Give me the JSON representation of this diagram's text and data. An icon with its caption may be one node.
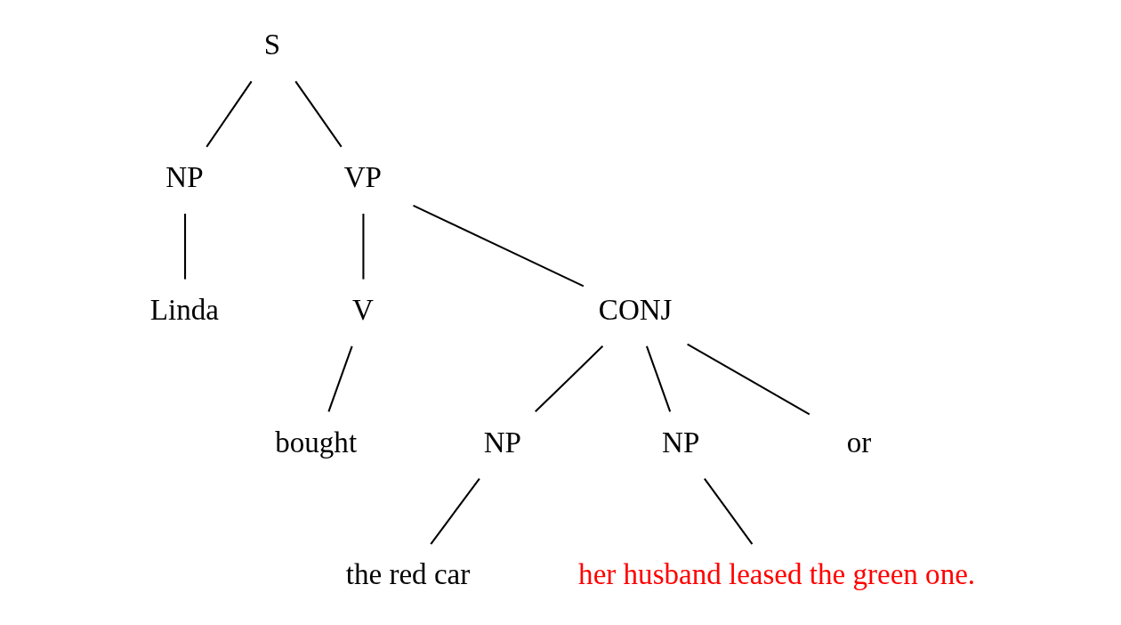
{
  "diagram": {
    "nodes": [
      {
        "text": [
          "S"
        ]
      },
      {
        "text": [
          "NP"
        ]
      },
      {
        "text": [
          "VP"
        ]
      },
      {
        "text": [
          "Linda"
        ]
      },
      {
        "text": [
          "V"
        ]
      },
      {
        "text": [
          "CONJ"
        ]
      },
      {
        "text": [
          "bought"
        ]
      },
      {
        "text": [
          "NP"
        ]
      },
      {
        "text": [
          "NP"
        ]
      },
      {
        "text": [
          "or"
        ]
      },
      {
        "text": [
          "the red car"
        ]
      },
      {
        "text": [
          "her husband leased the green one."
        ]
      }
    ],
    "edges": [
      {
        "from": 0,
        "to": 1,
        "arrow": "none"
      },
      {
        "from": 0,
        "to": 2,
        "arrow": "none"
      },
      {
        "from": 1,
        "to": 3,
        "arrow": "none"
      },
      {
        "from": 2,
        "to": 4,
        "arrow": "none"
      },
      {
        "from": 2,
        "to": 5,
        "arrow": "none"
      },
      {
        "from": 4,
        "to": 6,
        "arrow": "none"
      },
      {
        "from": 5,
        "to": 7,
        "arrow": "none"
      },
      {
        "from": 5,
        "to": 9,
        "arrow": "none"
      },
      {
        "from": 5,
        "to": 8,
        "arrow": "none"
      },
      {
        "from": 7,
        "to": 10,
        "arrow": "none"
      },
      {
        "from": 8,
        "to": 11,
        "arrow": "none"
      }
    ]
  }
}
